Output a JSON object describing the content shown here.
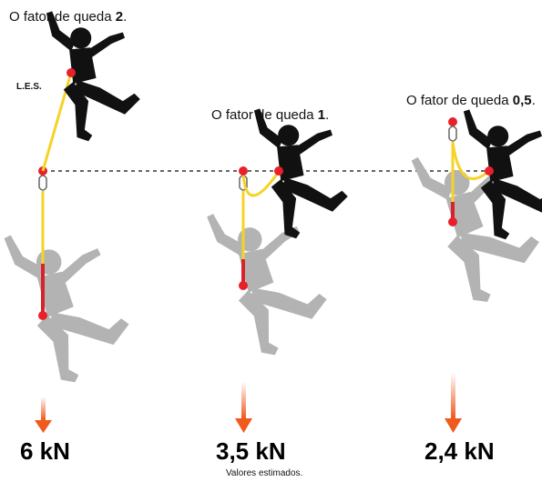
{
  "scenarios": [
    {
      "caption_prefix": "O fator de queda",
      "fall_factor": "2",
      "suffix": ".",
      "force": "6 kN"
    },
    {
      "caption_prefix": "O fator de queda",
      "fall_factor": "1",
      "suffix": ".",
      "force": "3,5 kN"
    },
    {
      "caption_prefix": "O fator de queda",
      "fall_factor": "0,5",
      "suffix": ".",
      "force": "2,4 kN"
    }
  ],
  "les_label": "L.E.S.",
  "footnote": "Valores estimados.",
  "colors": {
    "climber": "#111111",
    "fallen_climber": "#b3b3b3",
    "lanyard": "#f5d327",
    "absorber": "#d8232a",
    "anchor_point": "#e8202a",
    "force_arrow": "#f05a1e",
    "dashed_line": "#333333"
  }
}
